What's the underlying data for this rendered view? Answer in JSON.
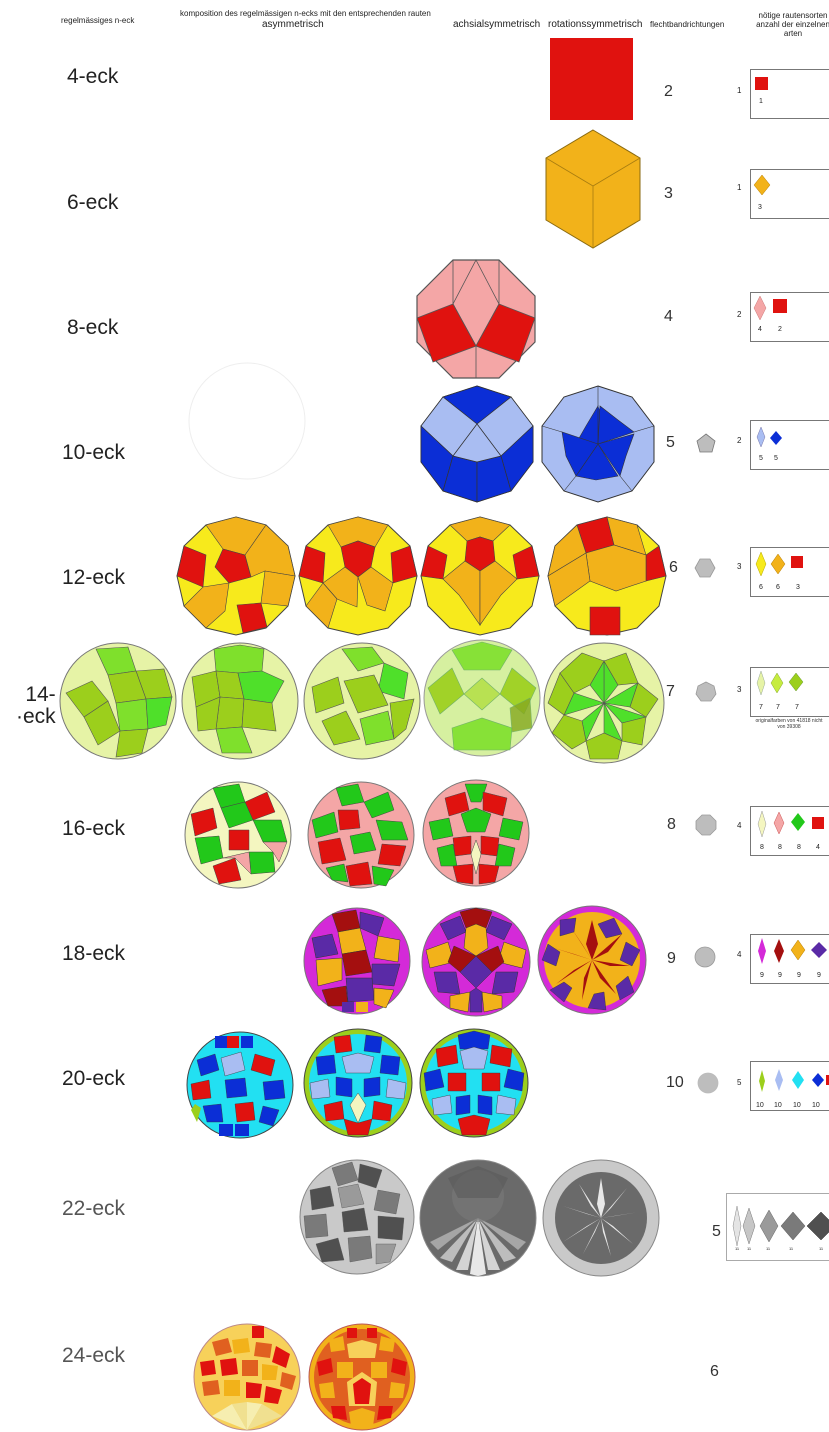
{
  "headers": {
    "col_ngon": "regelmässiges n-eck",
    "col_composition": "komposition des regelmässigen n-ecks mit den entsprechenden rauten",
    "col_asym": "asymmetrisch",
    "col_axial": "achsialsymmetrisch",
    "col_rot": "rotationssymmetrisch",
    "col_directions": "flechtbandrichtungen",
    "col_sorts_line1": "nötige rautensorten",
    "col_sorts_line2": "anzahl der einzelnen  arten"
  },
  "rows": [
    {
      "label": "4-eck",
      "directions": "2",
      "sorts": "1",
      "counts": [
        "1"
      ]
    },
    {
      "label": "6-eck",
      "directions": "3",
      "sorts": "1",
      "counts": [
        "3"
      ]
    },
    {
      "label": "8-eck",
      "directions": "4",
      "sorts": "2",
      "counts": [
        "4",
        "2"
      ]
    },
    {
      "label": "10-eck",
      "directions": "5",
      "sorts": "2",
      "counts": [
        "5",
        "5"
      ]
    },
    {
      "label": "12-eck",
      "directions": "6",
      "sorts": "3",
      "counts": [
        "6",
        "6",
        "3"
      ]
    },
    {
      "label": "14-\n·eck",
      "directions": "7",
      "sorts": "3",
      "counts": [
        "7",
        "7",
        "7"
      ],
      "note": "originalfarben von 41818 nicht von 39308"
    },
    {
      "label": "16-eck",
      "directions": "8",
      "sorts": "4",
      "counts": [
        "8",
        "8",
        "8",
        "4"
      ]
    },
    {
      "label": "18-eck",
      "directions": "9",
      "sorts": "4",
      "counts": [
        "9",
        "9",
        "9",
        "9"
      ]
    },
    {
      "label": "20-eck",
      "directions": "10",
      "sorts": "5",
      "counts": [
        "10",
        "10",
        "10",
        "10"
      ]
    },
    {
      "label": "22-eck",
      "directions": "",
      "sorts": "5",
      "counts": [
        "11",
        "11",
        "11",
        "11",
        "11"
      ]
    },
    {
      "label": "24-eck",
      "directions": "6",
      "sorts": "",
      "counts": []
    }
  ],
  "colors": {
    "red": "#e0120f",
    "orange": "#f2b21a",
    "yellow": "#f7ea1c",
    "pink": "#f4a6a6",
    "blue": "#0b2ed6",
    "lightblue": "#a9bdf2",
    "green": "#4fe02a",
    "olive": "#9ccf1c",
    "palegreen": "#e6f3a6",
    "purple": "#5a2aa6",
    "darkred": "#a40f0f",
    "magenta": "#d42ad8",
    "cyan": "#22e0f2",
    "grey": "#8a8a8a"
  }
}
